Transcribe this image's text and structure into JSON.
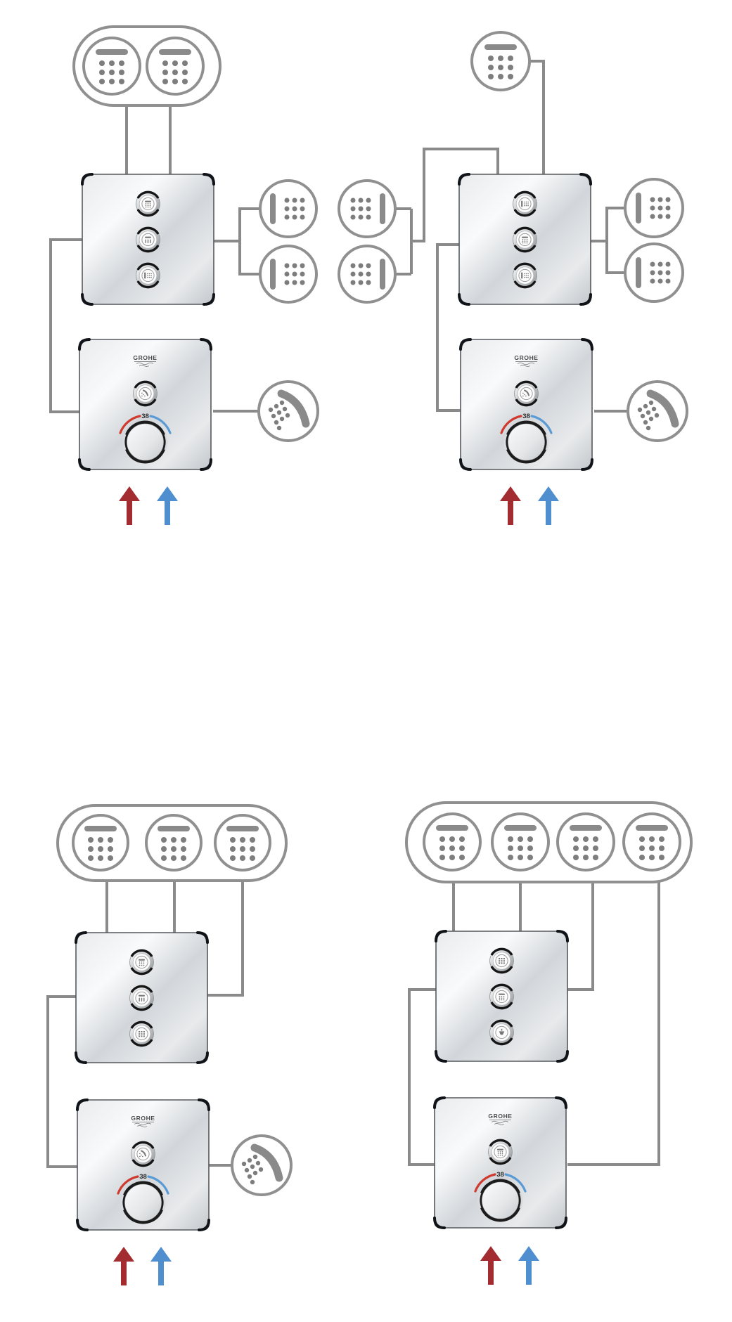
{
  "page": {
    "background": "#ffffff",
    "type": "shower-system-installation-diagram"
  },
  "labels": {
    "brand": "GROHE",
    "temperature_setpoint": "38"
  },
  "colors": {
    "pipe_gray": "#8a8a8a",
    "outline_gray": "#909090",
    "icon_gray": "#7d7d7d",
    "hot_arrow_red": "#a32c31",
    "cold_arrow_blue": "#4f8fd0",
    "dial_arc_red": "#cf3b2f",
    "dial_arc_blue": "#5b9bd5",
    "panel_chrome_light": "#f7f8f9",
    "panel_chrome_dark": "#c7cbcf"
  },
  "diagrams": [
    {
      "position": "top-left",
      "head_showers": 2,
      "hand_showers": 2,
      "body_sprays": 0,
      "smart_control_buttons": 3,
      "thermostat": {
        "brand": "GROHE",
        "temperature": "38",
        "buttons": 1
      },
      "hand_spray_outlet": 1,
      "supply_arrows": [
        "hot",
        "cold"
      ]
    },
    {
      "position": "top-right",
      "head_showers": 1,
      "hand_showers": 2,
      "body_sprays": 2,
      "smart_control_buttons": 3,
      "thermostat": {
        "brand": "GROHE",
        "temperature": "38",
        "buttons": 1
      },
      "hand_spray_outlet": 1,
      "supply_arrows": [
        "hot",
        "cold"
      ]
    },
    {
      "position": "bottom-left",
      "head_showers": 3,
      "hand_showers": 0,
      "body_sprays": 0,
      "smart_control_buttons": 3,
      "thermostat": {
        "brand": "GROHE",
        "temperature": "38",
        "buttons": 1
      },
      "hand_spray_outlet": 1,
      "supply_arrows": [
        "hot",
        "cold"
      ]
    },
    {
      "position": "bottom-right",
      "head_showers": 4,
      "hand_showers": 0,
      "body_sprays": 0,
      "smart_control_buttons": 3,
      "thermostat": {
        "brand": "GROHE",
        "temperature": "38",
        "buttons": 1
      },
      "hand_spray_outlet": 0,
      "supply_arrows": [
        "hot",
        "cold"
      ]
    }
  ],
  "icons": [
    "head-shower-icon",
    "hand-shower-icon",
    "body-spray-icon",
    "hand-spray-icon",
    "valve-button-icon",
    "tub-spout-icon",
    "grid-outlet-icon",
    "hot-water-arrow",
    "cold-water-arrow",
    "grohe-logo"
  ]
}
